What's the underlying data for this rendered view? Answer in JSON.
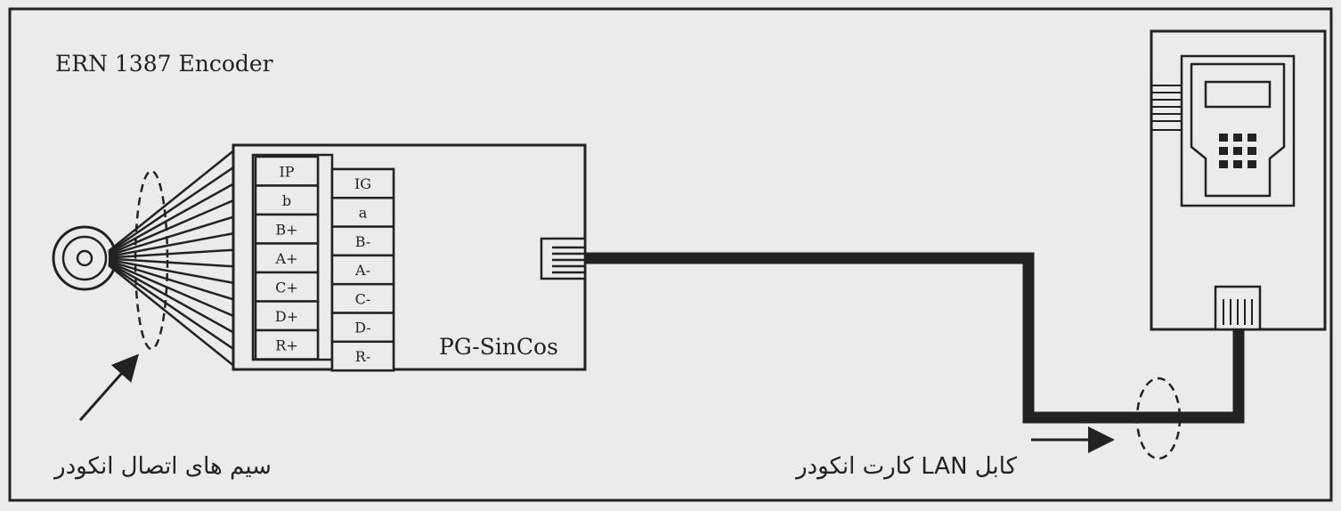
{
  "diagram": {
    "encoder_label": "ERN 1387 Encoder",
    "board_label": "PG-SinCos",
    "left_terminals": [
      "IP",
      "b",
      "B+",
      "A+",
      "C+",
      "D+",
      "R+"
    ],
    "right_terminals": [
      "IG",
      "a",
      "B-",
      "A-",
      "C-",
      "D-",
      "R-"
    ],
    "wires_label": "سیم های اتصال انکودر",
    "cable_label": "کابل LAN کارت انکودر"
  },
  "colors": {
    "background": "#ebebeb",
    "stroke": "#222222"
  }
}
